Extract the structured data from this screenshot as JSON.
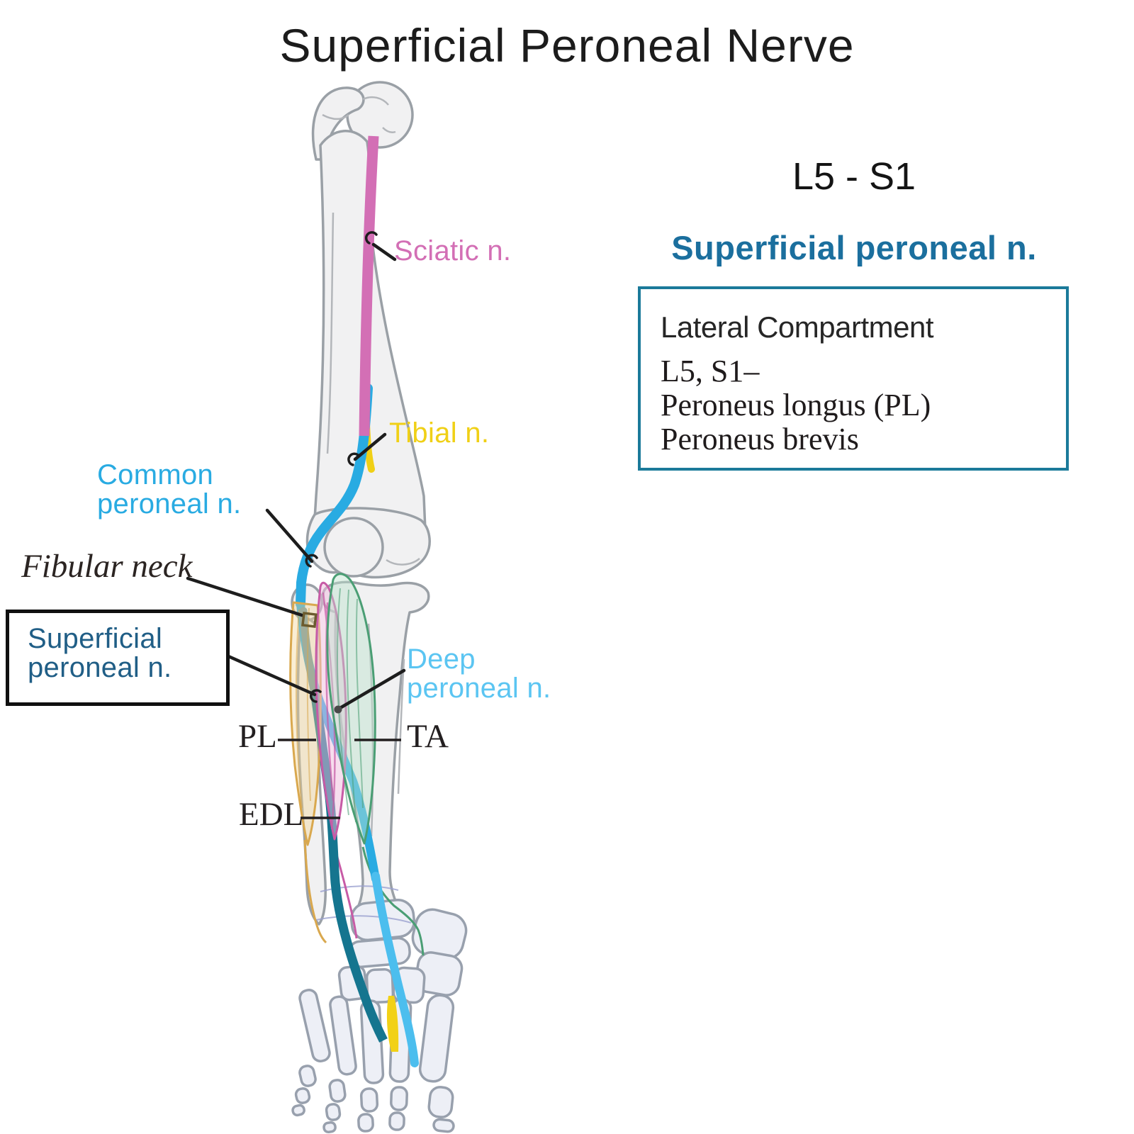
{
  "title": "Superficial Peroneal Nerve",
  "right_panel": {
    "nerve_roots": "L5 - S1",
    "nerve_heading": "Superficial peroneal n.",
    "info_box": {
      "heading": "Lateral Compartment",
      "line1": "L5, S1–",
      "line2": "Peroneus longus (PL)",
      "line3": "Peroneus brevis"
    }
  },
  "diagram_labels": {
    "sciatic": "Sciatic n.",
    "tibial": "Tibial n.",
    "common_peroneal": [
      "Common",
      "peroneal n."
    ],
    "fibular_neck": "Fibular neck",
    "superficial_peroneal": [
      "Superficial",
      "peroneal n."
    ],
    "deep_peroneal": [
      "Deep",
      "peroneal n."
    ],
    "pl": "PL",
    "ta": "TA",
    "edl": "EDL"
  },
  "colors": {
    "sciatic_nerve": "#d36fb5",
    "tibial_nerve": "#f0d016",
    "common_peroneal_nerve": "#29abe2",
    "deep_peroneal_nerve": "#4cbeee",
    "deep_peroneal_label": "#5bc5f2",
    "superficial_peroneal_nerve": "#15758f",
    "superficial_peroneal_hidden": "#6a93a0",
    "superficial_label_blue": "#205e86",
    "heading_blue": "#1b6f9e",
    "info_box_border": "#1b7a9a",
    "pl_muscle_outline": "#d9a84e",
    "edl_muscle_outline": "#c75ba6",
    "ta_muscle_outline": "#4a9e74",
    "leader_line": "#1d1d1d"
  }
}
